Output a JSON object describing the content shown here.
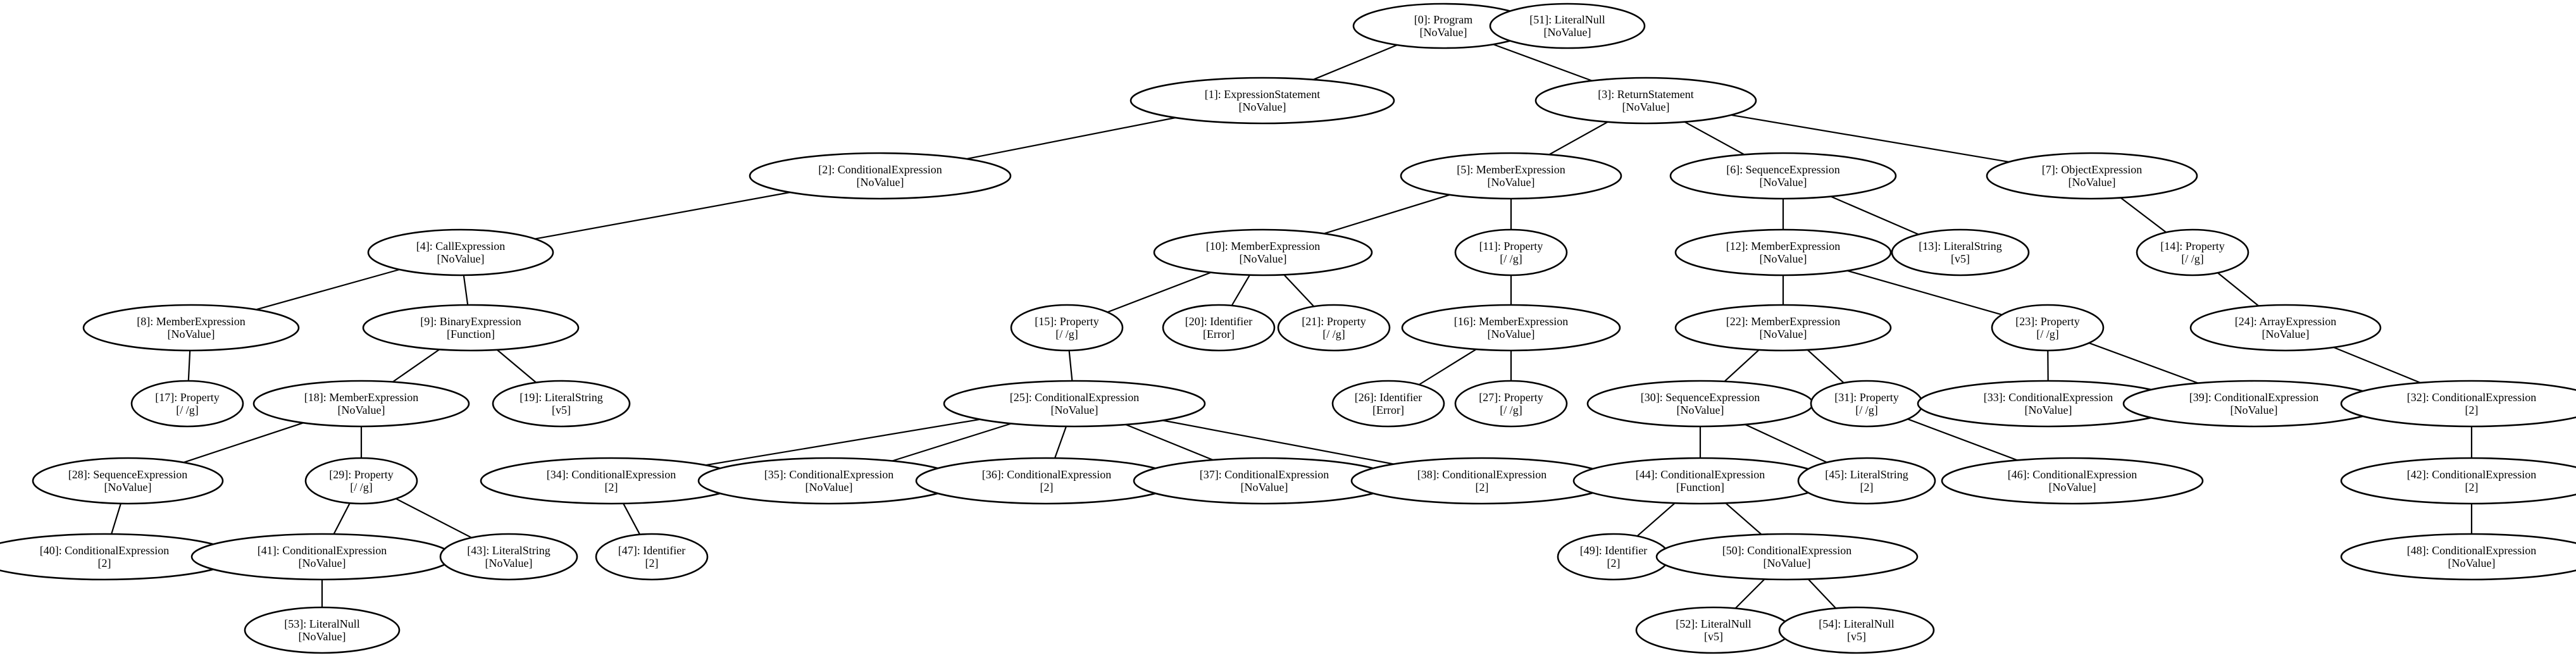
{
  "diagram": {
    "nodes": [
      {
        "id": 0,
        "label": "[0]: Program",
        "value": "[NoValue]"
      },
      {
        "id": 51,
        "label": "[51]: LiteralNull",
        "value": "[NoValue]"
      },
      {
        "id": 1,
        "label": "[1]: ExpressionStatement",
        "value": "[NoValue]"
      },
      {
        "id": 3,
        "label": "[3]: ReturnStatement",
        "value": "[NoValue]"
      },
      {
        "id": 2,
        "label": "[2]: ConditionalExpression",
        "value": "[NoValue]"
      },
      {
        "id": 5,
        "label": "[5]: MemberExpression",
        "value": "[NoValue]"
      },
      {
        "id": 6,
        "label": "[6]: SequenceExpression",
        "value": "[NoValue]"
      },
      {
        "id": 7,
        "label": "[7]: ObjectExpression",
        "value": "[NoValue]"
      },
      {
        "id": 4,
        "label": "[4]: CallExpression",
        "value": "[NoValue]"
      },
      {
        "id": 10,
        "label": "[10]: MemberExpression",
        "value": "[NoValue]"
      },
      {
        "id": 11,
        "label": "[11]: Property",
        "value": "[/ /g]"
      },
      {
        "id": 12,
        "label": "[12]: MemberExpression",
        "value": "[NoValue]"
      },
      {
        "id": 13,
        "label": "[13]: LiteralString",
        "value": "[v5]"
      },
      {
        "id": 14,
        "label": "[14]: Property",
        "value": "[/ /g]"
      },
      {
        "id": 8,
        "label": "[8]: MemberExpression",
        "value": "[NoValue]"
      },
      {
        "id": 9,
        "label": "[9]: BinaryExpression",
        "value": "[Function]"
      },
      {
        "id": 15,
        "label": "[15]: Property",
        "value": "[/ /g]"
      },
      {
        "id": 20,
        "label": "[20]: Identifier",
        "value": "[Error]"
      },
      {
        "id": 21,
        "label": "[21]: Property",
        "value": "[/ /g]"
      },
      {
        "id": 16,
        "label": "[16]: MemberExpression",
        "value": "[NoValue]"
      },
      {
        "id": 22,
        "label": "[22]: MemberExpression",
        "value": "[NoValue]"
      },
      {
        "id": 23,
        "label": "[23]: Property",
        "value": "[/ /g]"
      },
      {
        "id": 24,
        "label": "[24]: ArrayExpression",
        "value": "[NoValue]"
      },
      {
        "id": 17,
        "label": "[17]: Property",
        "value": "[/ /g]"
      },
      {
        "id": 18,
        "label": "[18]: MemberExpression",
        "value": "[NoValue]"
      },
      {
        "id": 19,
        "label": "[19]: LiteralString",
        "value": "[v5]"
      },
      {
        "id": 25,
        "label": "[25]: ConditionalExpression",
        "value": "[NoValue]"
      },
      {
        "id": 26,
        "label": "[26]: Identifier",
        "value": "[Error]"
      },
      {
        "id": 27,
        "label": "[27]: Property",
        "value": "[/ /g]"
      },
      {
        "id": 30,
        "label": "[30]: SequenceExpression",
        "value": "[NoValue]"
      },
      {
        "id": 31,
        "label": "[31]: Property",
        "value": "[/ /g]"
      },
      {
        "id": 33,
        "label": "[33]: ConditionalExpression",
        "value": "[NoValue]"
      },
      {
        "id": 39,
        "label": "[39]: ConditionalExpression",
        "value": "[NoValue]"
      },
      {
        "id": 32,
        "label": "[32]: ConditionalExpression",
        "value": "[2]"
      },
      {
        "id": 28,
        "label": "[28]: SequenceExpression",
        "value": "[NoValue]"
      },
      {
        "id": 29,
        "label": "[29]: Property",
        "value": "[/ /g]"
      },
      {
        "id": 34,
        "label": "[34]: ConditionalExpression",
        "value": "[2]"
      },
      {
        "id": 35,
        "label": "[35]: ConditionalExpression",
        "value": "[NoValue]"
      },
      {
        "id": 36,
        "label": "[36]: ConditionalExpression",
        "value": "[2]"
      },
      {
        "id": 37,
        "label": "[37]: ConditionalExpression",
        "value": "[NoValue]"
      },
      {
        "id": 38,
        "label": "[38]: ConditionalExpression",
        "value": "[2]"
      },
      {
        "id": 44,
        "label": "[44]: ConditionalExpression",
        "value": "[Function]"
      },
      {
        "id": 45,
        "label": "[45]: LiteralString",
        "value": "[2]"
      },
      {
        "id": 46,
        "label": "[46]: ConditionalExpression",
        "value": "[NoValue]"
      },
      {
        "id": 42,
        "label": "[42]: ConditionalExpression",
        "value": "[2]"
      },
      {
        "id": 40,
        "label": "[40]: ConditionalExpression",
        "value": "[2]"
      },
      {
        "id": 41,
        "label": "[41]: ConditionalExpression",
        "value": "[NoValue]"
      },
      {
        "id": 43,
        "label": "[43]: LiteralString",
        "value": "[NoValue]"
      },
      {
        "id": 47,
        "label": "[47]: Identifier",
        "value": "[2]"
      },
      {
        "id": 49,
        "label": "[49]: Identifier",
        "value": "[2]"
      },
      {
        "id": 50,
        "label": "[50]: ConditionalExpression",
        "value": "[NoValue]"
      },
      {
        "id": 48,
        "label": "[48]: ConditionalExpression",
        "value": "[NoValue]"
      },
      {
        "id": 53,
        "label": "[53]: LiteralNull",
        "value": "[NoValue]"
      },
      {
        "id": 52,
        "label": "[52]: LiteralNull",
        "value": "[v5]"
      },
      {
        "id": 54,
        "label": "[54]: LiteralNull",
        "value": "[v5]"
      }
    ],
    "edges": [
      [
        0,
        1
      ],
      [
        0,
        3
      ],
      [
        1,
        2
      ],
      [
        2,
        4
      ],
      [
        3,
        5
      ],
      [
        3,
        6
      ],
      [
        3,
        7
      ],
      [
        4,
        8
      ],
      [
        4,
        9
      ],
      [
        5,
        10
      ],
      [
        5,
        11
      ],
      [
        6,
        12
      ],
      [
        6,
        13
      ],
      [
        7,
        14
      ],
      [
        8,
        17
      ],
      [
        9,
        18
      ],
      [
        9,
        19
      ],
      [
        10,
        15
      ],
      [
        10,
        20
      ],
      [
        10,
        21
      ],
      [
        11,
        16
      ],
      [
        12,
        22
      ],
      [
        12,
        23
      ],
      [
        14,
        24
      ],
      [
        15,
        25
      ],
      [
        16,
        26
      ],
      [
        16,
        27
      ],
      [
        18,
        28
      ],
      [
        18,
        29
      ],
      [
        22,
        30
      ],
      [
        22,
        31
      ],
      [
        23,
        33
      ],
      [
        23,
        39
      ],
      [
        24,
        32
      ],
      [
        25,
        34
      ],
      [
        25,
        35
      ],
      [
        25,
        36
      ],
      [
        25,
        37
      ],
      [
        25,
        38
      ],
      [
        28,
        40
      ],
      [
        29,
        41
      ],
      [
        29,
        43
      ],
      [
        30,
        44
      ],
      [
        30,
        45
      ],
      [
        31,
        46
      ],
      [
        32,
        42
      ],
      [
        34,
        47
      ],
      [
        41,
        53
      ],
      [
        42,
        48
      ],
      [
        44,
        49
      ],
      [
        44,
        50
      ],
      [
        50,
        52
      ],
      [
        50,
        54
      ]
    ]
  }
}
